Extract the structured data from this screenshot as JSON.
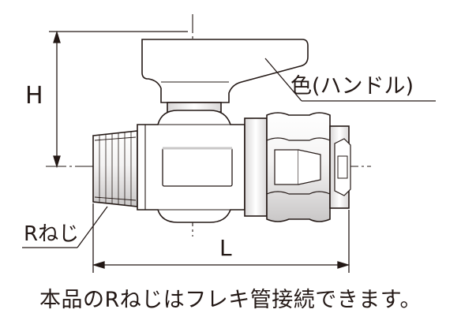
{
  "diagram": {
    "dimension_height_label": "H",
    "dimension_length_label": "L",
    "handle_color_label": "色(ハンドル)",
    "thread_label": "Rねじ"
  },
  "caption": "本品のRねじはフレキ管接続できます。",
  "colors": {
    "ink": "#231815",
    "fill": "#ffffff",
    "shade": "#d8d6d6"
  }
}
